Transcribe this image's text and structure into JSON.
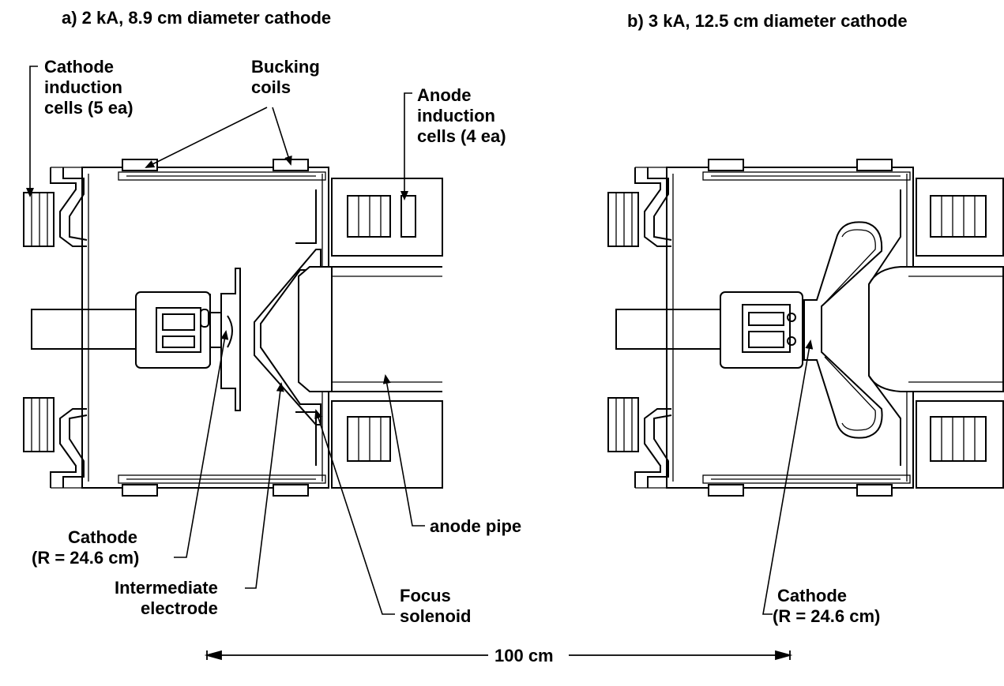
{
  "panel_a": {
    "title": "a)  2 kA, 8.9 cm diameter cathode",
    "labels": {
      "cathode_cells": [
        "Cathode",
        "induction",
        "cells (5 ea)"
      ],
      "bucking_coils": [
        "Bucking",
        "coils"
      ],
      "anode_cells": [
        "Anode",
        "induction",
        "cells (4 ea)"
      ],
      "cathode": [
        "Cathode",
        "(R = 24.6 cm)"
      ],
      "intermediate": [
        "Intermediate",
        "electrode"
      ],
      "anode_pipe": [
        "anode pipe"
      ],
      "focus": [
        "Focus",
        "solenoid"
      ]
    }
  },
  "panel_b": {
    "title": "b)  3 kA, 12.5 cm diameter cathode",
    "labels": {
      "cathode": [
        "Cathode",
        "(R = 24.6 cm)"
      ]
    }
  },
  "scale_bar": {
    "label": "100 cm"
  }
}
